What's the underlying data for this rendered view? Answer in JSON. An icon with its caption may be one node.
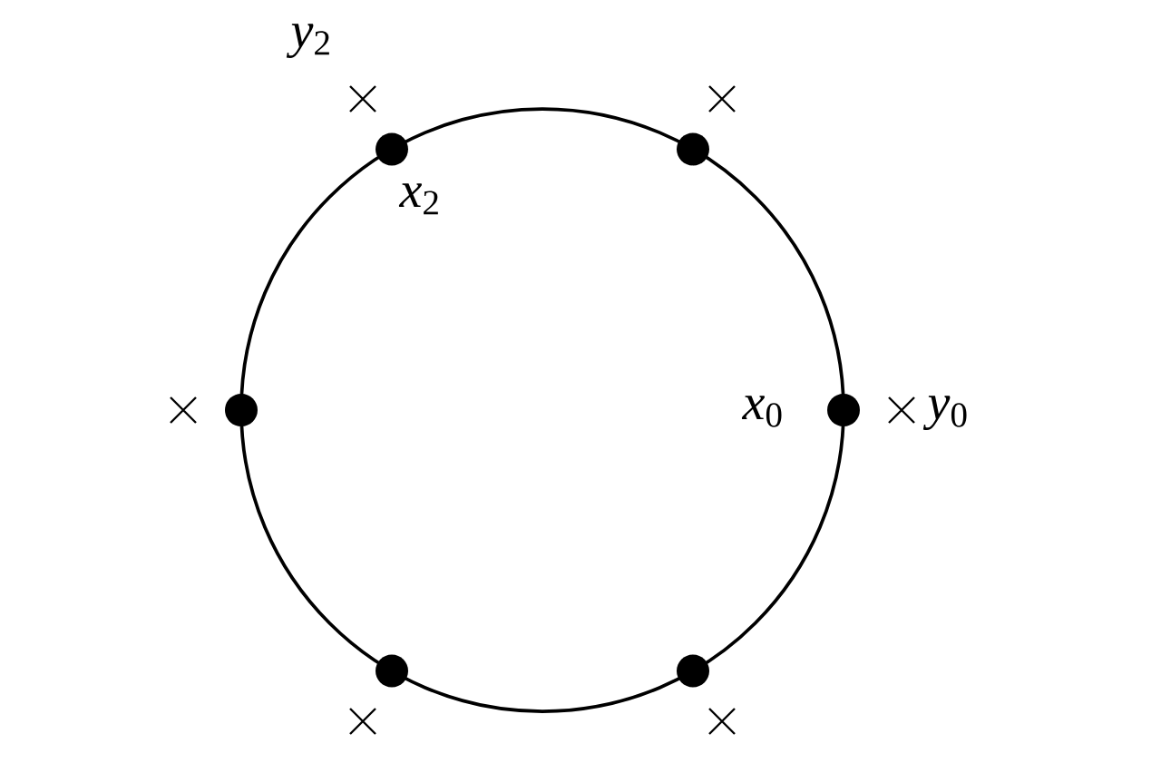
{
  "diagram": {
    "labels": [
      "*y*$_{2}$",
      "*x*$_{2}$",
      "*x*$_{0}$",
      "*y*$_{0}$"
    ]
  }
}
